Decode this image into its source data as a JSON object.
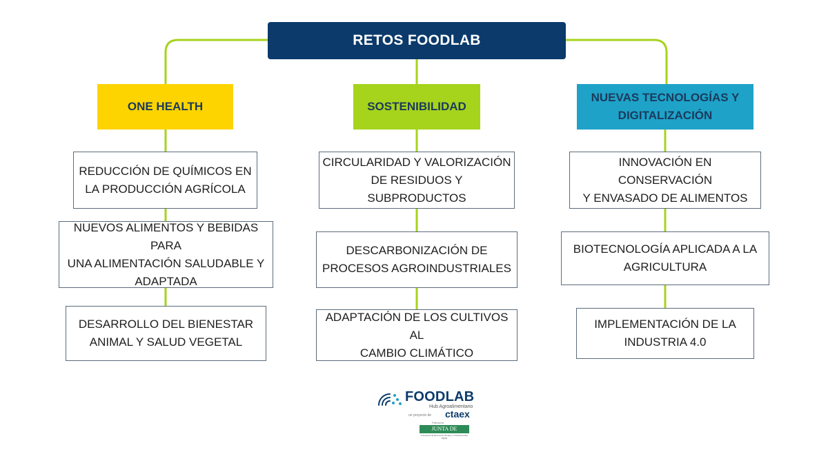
{
  "diagram": {
    "root": "RETOS FOODLAB",
    "categories": [
      {
        "title": "ONE HEALTH",
        "color": "#fed400",
        "items": [
          [
            "REDUCCIÓN DE QUÍMICOS EN",
            "LA PRODUCCIÓN AGRÍCOLA"
          ],
          [
            "NUEVOS ALIMENTOS Y BEBIDAS PARA",
            "UNA ALIMENTACIÓN SALUDABLE Y",
            "ADAPTADA"
          ],
          [
            "DESARROLLO DEL BIENESTAR",
            "ANIMAL Y SALUD VEGETAL"
          ]
        ]
      },
      {
        "title": "SOSTENIBILIDAD",
        "color": "#a6d31c",
        "items": [
          [
            "CIRCULARIDAD Y VALORIZACIÓN",
            "DE RESIDUOS Y SUBPRODUCTOS"
          ],
          [
            "DESCARBONIZACIÓN DE",
            "PROCESOS AGROINDUSTRIALES"
          ],
          [
            "ADAPTACIÓN DE LOS CULTIVOS AL",
            "CAMBIO CLIMÁTICO"
          ]
        ]
      },
      {
        "title": [
          "NUEVAS TECNOLOGÍAS Y",
          "DIGITALIZACIÓN"
        ],
        "color": "#1ea2c8",
        "items": [
          [
            "INNOVACIÓN EN CONSERVACIÓN",
            "Y ENVASADO DE ALIMENTOS"
          ],
          [
            "BIOTECNOLOGÍA APLICADA A LA",
            "AGRICULTURA"
          ],
          [
            "IMPLEMENTACIÓN DE LA",
            "INDUSTRIA 4.0"
          ]
        ]
      }
    ],
    "colors": {
      "root": "#0b3a6b",
      "connector": "#a6d31c",
      "border": "#5a6b7b"
    }
  },
  "logo": {
    "name": "FOODLAB",
    "subtitle": "Hub Agroalimentario",
    "prefix": "un proyecto de",
    "partner": "ctaex",
    "patron": "Patrocina",
    "junta": "JUNTA DE EXTREMADURA",
    "junta_sub": "Consejería de Economía, Empleo y Transformación Digital"
  }
}
